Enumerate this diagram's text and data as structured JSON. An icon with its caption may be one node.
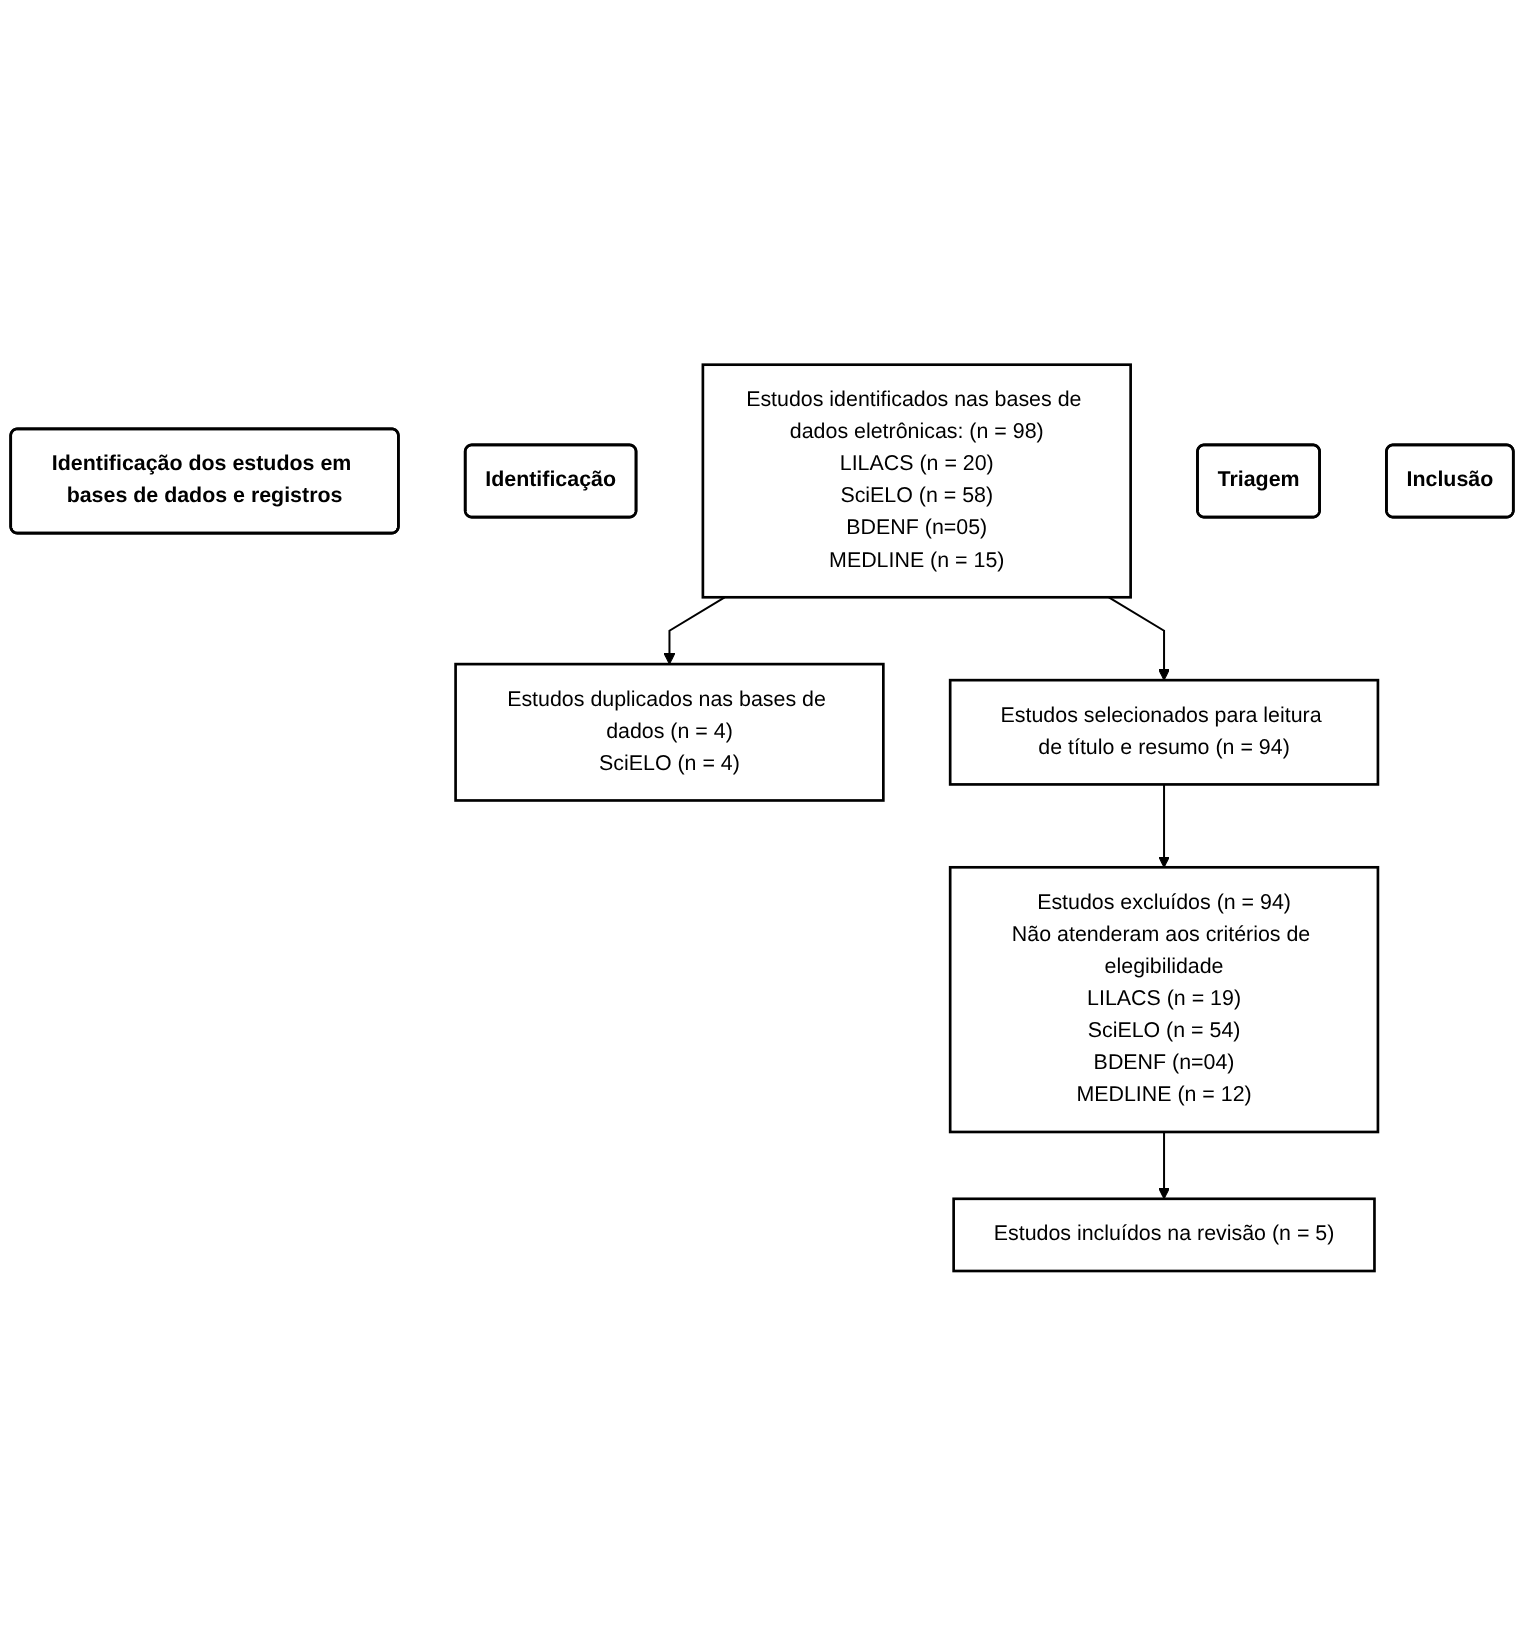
{
  "diagram": {
    "nodes": [
      {
        "text": [
          "Identificação dos estudos em bases de dados e registros"
        ]
      },
      {
        "text": [
          "Identificação"
        ]
      },
      {
        "text": [
          "Estudos identificados nas bases de dados eletrônicas: (n = 98)",
          "LILACS (n = 20)",
          "SciELO (n = 58)",
          "BDENF (n=05)",
          "MEDLINE (n = 15)"
        ]
      },
      {
        "text": [
          "Estudos duplicados nas bases de dados (n = 4)",
          "SciELO (n = 4)"
        ]
      },
      {
        "text": [
          "Triagem"
        ]
      },
      {
        "text": [
          "Estudos selecionados para leitura de título e resumo (n = 94)"
        ]
      },
      {
        "text": [
          "Estudos excluídos (n = 94)",
          "Não atenderam aos critérios de elegibilidade",
          "LILACS (n = 19)",
          "SciELO (n = 54)",
          "BDENF (n=04)",
          "MEDLINE (n = 12)"
        ]
      },
      {
        "text": [
          "Inclusão"
        ]
      },
      {
        "text": [
          "Estudos incluídos na revisão (n = 5)"
        ]
      }
    ],
    "edges": [
      {
        "from": 2,
        "to": 3,
        "arrow": "to"
      },
      {
        "from": 2,
        "to": 5,
        "arrow": "to"
      },
      {
        "from": 5,
        "to": 6,
        "arrow": "to"
      },
      {
        "from": 6,
        "to": 8,
        "arrow": "to"
      }
    ]
  }
}
